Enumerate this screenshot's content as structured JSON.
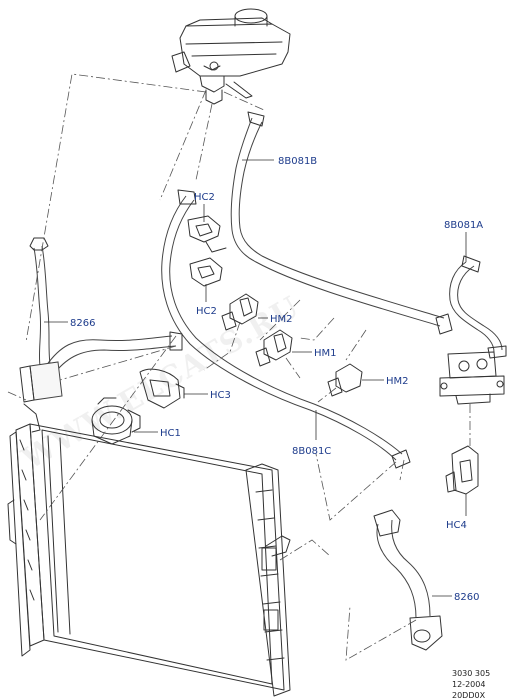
{
  "watermark": "WWW.ELCATS.RU",
  "labels": {
    "hose_upper": "8B081B",
    "hose_right": "8B081A",
    "hose_left": "8266",
    "hose_lower": "8B081C",
    "hose_bottom": "8260",
    "clip_hc2_top": "HC2",
    "clip_hc2_bottom": "HC2",
    "clip_hm2_a": "HM2",
    "clip_hm1": "HM1",
    "clip_hm2_b": "HM2",
    "clip_hc3": "HC3",
    "clip_hc1": "HC1",
    "clip_hc4": "HC4"
  },
  "reference": {
    "line1": "3030 305",
    "line2": "12-2004",
    "line3": "20DD0X"
  }
}
